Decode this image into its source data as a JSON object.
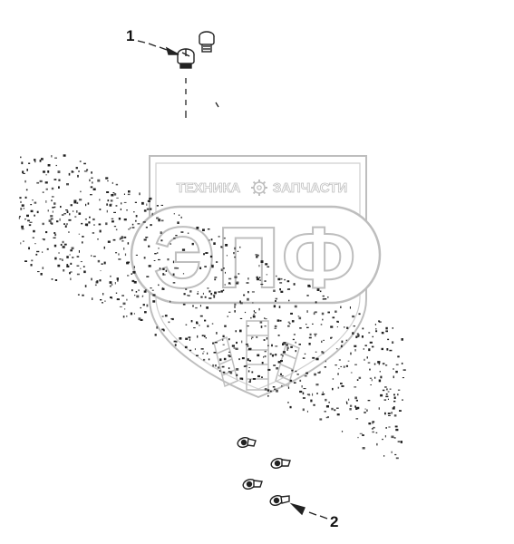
{
  "diagram": {
    "callouts": [
      {
        "label": "1"
      },
      {
        "label": "2"
      }
    ],
    "watermark": {
      "top_text_left": "ТЕХНИКА",
      "top_text_right": "ЗАПЧАСТИ",
      "logo_text": "ЭПФ",
      "icon": "gear-icon"
    },
    "colors": {
      "line": "#222222",
      "watermark": "#9a9a9a",
      "watermark_fill": "#ffffff",
      "background": "#ffffff"
    }
  }
}
